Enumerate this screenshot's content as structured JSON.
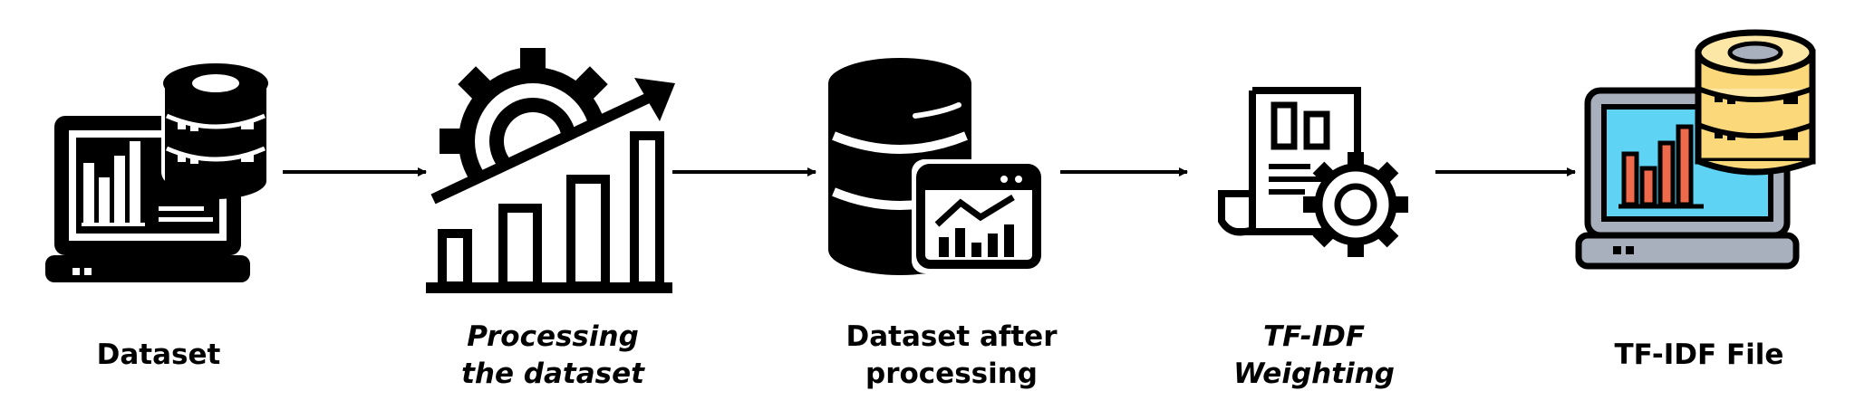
{
  "steps": [
    {
      "id": "dataset",
      "lines": [
        "Dataset"
      ],
      "italic": false,
      "icon": "laptop-database-icon"
    },
    {
      "id": "processing",
      "lines": [
        "Processing",
        "the dataset"
      ],
      "italic": true,
      "icon": "gear-growth-chart-icon"
    },
    {
      "id": "processed",
      "lines": [
        "Dataset after",
        "processing"
      ],
      "italic": false,
      "icon": "database-analytics-window-icon"
    },
    {
      "id": "weighting",
      "lines": [
        "TF-IDF",
        "Weighting"
      ],
      "italic": true,
      "icon": "document-gear-icon"
    },
    {
      "id": "output",
      "lines": [
        "TF-IDF File"
      ],
      "italic": false,
      "icon": "laptop-database-color-icon"
    }
  ],
  "colors": {
    "ink": "#000000",
    "screen_blue": "#5fd3f3",
    "laptop_gray": "#a9b0bd",
    "bar_red": "#ef6a4b",
    "db_yellow": "#fbd87a",
    "db_yellow_light": "#fde7a6"
  }
}
